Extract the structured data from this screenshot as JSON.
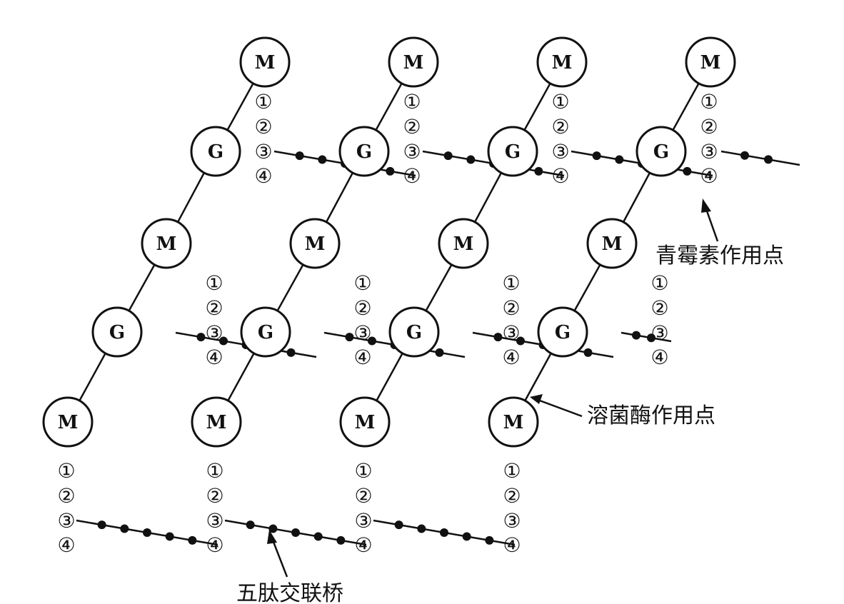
{
  "diagram": {
    "sugar_labels": {
      "murnac": "M",
      "glcnac": "G"
    },
    "peptide_labels": [
      "①",
      "②",
      "③",
      "④"
    ],
    "annotations": {
      "penicillin_site": "青霉素作用点",
      "lysozyme_site": "溶菌酶作用点",
      "pentapeptide_bridge": "五肽交联桥"
    },
    "structure": {
      "glycan_strands": 4,
      "crossbridge_glycine_count": 5
    }
  }
}
